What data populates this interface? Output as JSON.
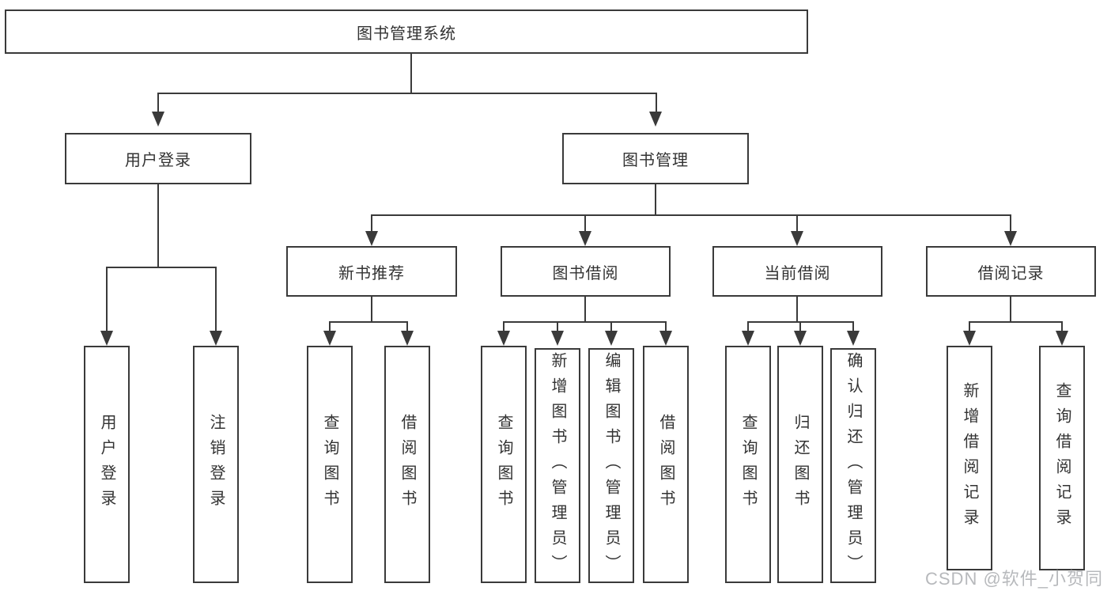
{
  "colors": {
    "line": "#3a3a3a",
    "text": "#333333",
    "watermark": "#b7b9bc",
    "background": "#ffffff"
  },
  "root": {
    "label": "图书管理系统"
  },
  "branches": [
    {
      "label": "用户登录",
      "leaves": [
        "用户登录",
        "注销登录"
      ]
    },
    {
      "label": "图书管理",
      "groups": [
        {
          "label": "新书推荐",
          "leaves": [
            "查询图书",
            "借阅图书"
          ]
        },
        {
          "label": "图书借阅",
          "leaves": [
            "查询图书",
            "新增图书（管理员）",
            "编辑图书（管理员）",
            "借阅图书"
          ]
        },
        {
          "label": "当前借阅",
          "leaves": [
            "查询图书",
            "归还图书",
            "确认归还（管理员）"
          ]
        },
        {
          "label": "借阅记录",
          "leaves": [
            "新增借阅记录",
            "查询借阅记录"
          ]
        }
      ]
    }
  ],
  "watermark": "CSDN @软件_小贺同学"
}
